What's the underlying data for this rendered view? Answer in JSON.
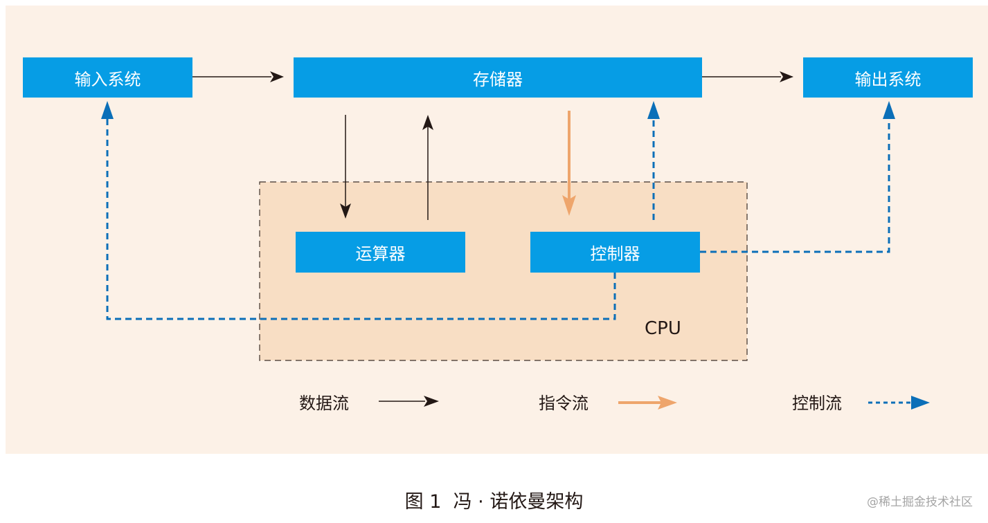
{
  "diagram": {
    "nodes": {
      "input_system": "输入系统",
      "memory": "存储器",
      "output_system": "输出系统",
      "alu": "运算器",
      "controller": "控制器",
      "cpu": "CPU"
    },
    "edges": [
      {
        "from": "输入系统",
        "to": "存储器",
        "type": "数据流"
      },
      {
        "from": "存储器",
        "to": "输出系统",
        "type": "数据流"
      },
      {
        "from": "存储器",
        "to": "运算器",
        "type": "数据流"
      },
      {
        "from": "运算器",
        "to": "存储器",
        "type": "数据流"
      },
      {
        "from": "存储器",
        "to": "控制器",
        "type": "指令流"
      },
      {
        "from": "控制器",
        "to": "存储器",
        "type": "控制流"
      },
      {
        "from": "控制器",
        "to": "输出系统",
        "type": "控制流"
      },
      {
        "from": "控制器",
        "to": "输入系统",
        "type": "控制流"
      }
    ],
    "legend": [
      {
        "label": "数据流",
        "style": "solid",
        "color": "#231815"
      },
      {
        "label": "指令流",
        "style": "thick-solid",
        "color": "#eea56c"
      },
      {
        "label": "控制流",
        "style": "dashed",
        "color": "#0b6fb8"
      }
    ],
    "colors": {
      "box_fill": "#069de5",
      "background": "#fcf1e7",
      "cpu_fill": "#f8dec4",
      "data_flow": "#231815",
      "instruction_flow": "#eea56c",
      "control_flow": "#0b6fb8"
    }
  },
  "caption": "图 1  冯 · 诺依曼架构",
  "watermark": "@稀土掘金技术社区"
}
